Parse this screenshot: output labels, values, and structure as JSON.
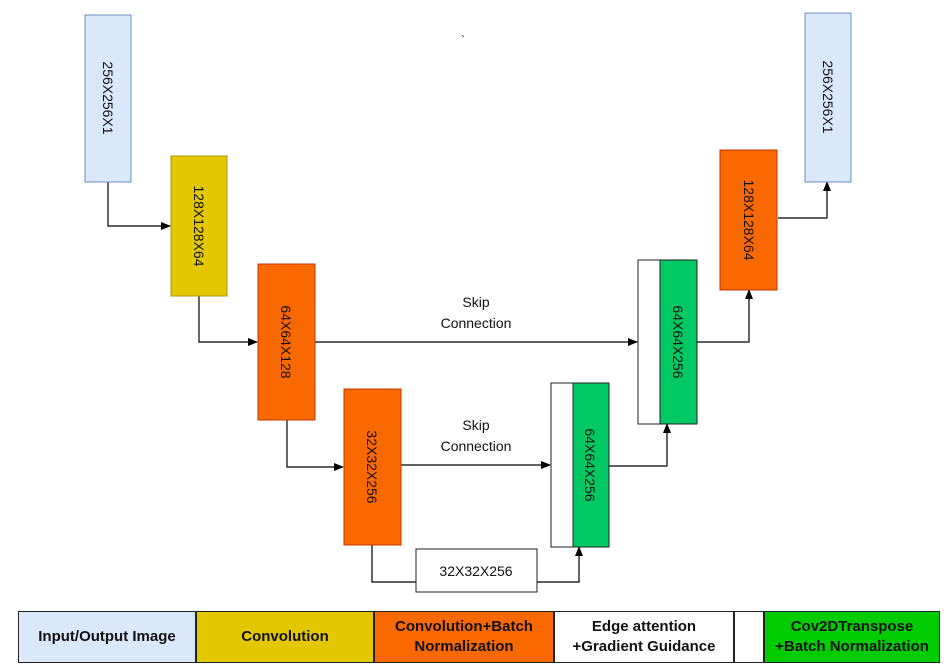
{
  "colors": {
    "io": "#dae8fc",
    "io_border": "#6c8ebf",
    "conv": "#e3c800",
    "conv_border": "#b09500",
    "convbn": "#fa6800",
    "convbn_border": "#c73500",
    "edge": "#ffffff",
    "deconv": "#00c864",
    "deconv_legend": "#00cc00",
    "line": "#000000"
  },
  "blocks": {
    "input": "256X256X1",
    "conv1": "128X128X64",
    "conv2": "64X64X128",
    "conv3": "32X32X256",
    "bottleneck": "32X32X256",
    "dec1": "64X64X256",
    "dec2": "64X64X256",
    "dec3": "128X128X64",
    "output": "256X256X1"
  },
  "skip_labels": {
    "upper": [
      "Skip",
      "Connection"
    ],
    "lower": [
      "Skip",
      "Connection"
    ]
  },
  "stray_mark": "`",
  "legend": {
    "io": "Input/Output Image",
    "conv": "Convolution",
    "convbn_line1": "Convolution+Batch",
    "convbn_line2": "Normalization",
    "edge_line1": "Edge attention",
    "edge_line2": "+Gradient Guidance",
    "deconv_line1": "Cov2DTranspose",
    "deconv_line2": "+Batch Normalization"
  }
}
